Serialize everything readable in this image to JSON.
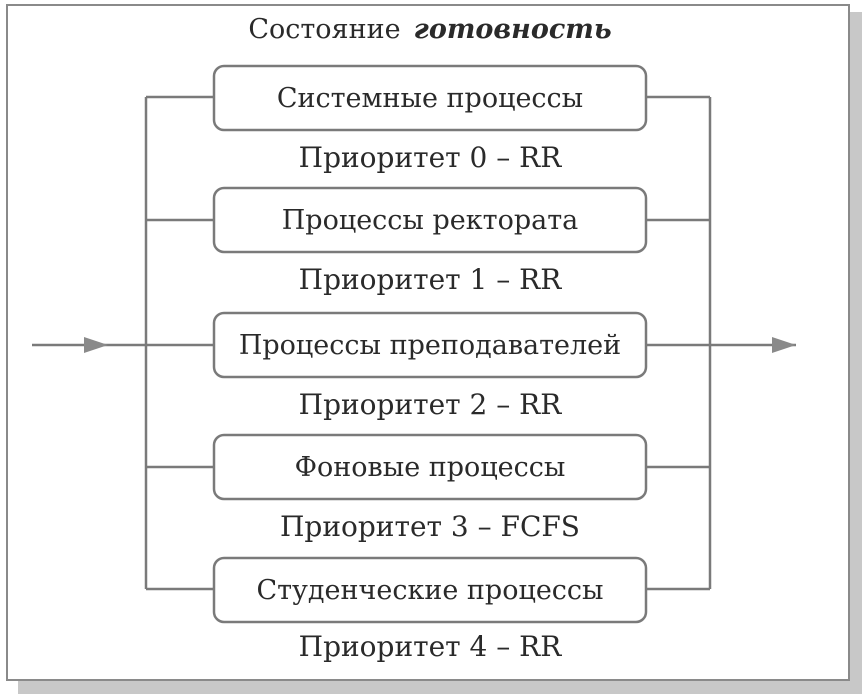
{
  "title": {
    "prefix": "Состояние",
    "emphasis": "готовность"
  },
  "queues": [
    {
      "name": "Системные процессы",
      "priority": "Приоритет 0 – RR"
    },
    {
      "name": "Процессы ректората",
      "priority": "Приоритет 1 – RR"
    },
    {
      "name": "Процессы преподавателей",
      "priority": "Приоритет 2 – RR"
    },
    {
      "name": "Фоновые процессы",
      "priority": "Приоритет 3 – FCFS"
    },
    {
      "name": "Студенческие процессы",
      "priority": "Приоритет 4 – RR"
    }
  ],
  "colors": {
    "line": "#7a7a7a",
    "text": "#2a2a2a",
    "frame": "#8a8a8a",
    "shadow": "#c8c8c8"
  }
}
